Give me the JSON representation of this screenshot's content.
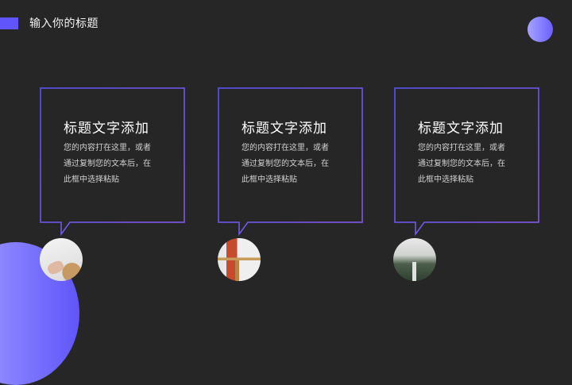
{
  "header": {
    "title": "输入你的标题",
    "accent_color": "#5f55fa"
  },
  "cards": [
    {
      "title": "标题文字添加",
      "body_lines": [
        "您的内容打在这里，或者",
        "通过复制您的文本后，在",
        "此框中选择粘贴"
      ],
      "image": "office-desk-photo"
    },
    {
      "title": "标题文字添加",
      "body_lines": [
        "您的内容打在这里，或者",
        "通过复制您的文本后，在",
        "此框中选择粘贴"
      ],
      "image": "interior-table-photo"
    },
    {
      "title": "标题文字添加",
      "body_lines": [
        "您的内容打在这里，或者",
        "通过复制您的文本后，在",
        "此框中选择粘贴"
      ],
      "image": "misty-forest-waterfall-photo"
    }
  ],
  "colors": {
    "background": "#262626",
    "frame_gradient_start": "#5f55fa",
    "frame_gradient_end": "#8a5cf0"
  }
}
